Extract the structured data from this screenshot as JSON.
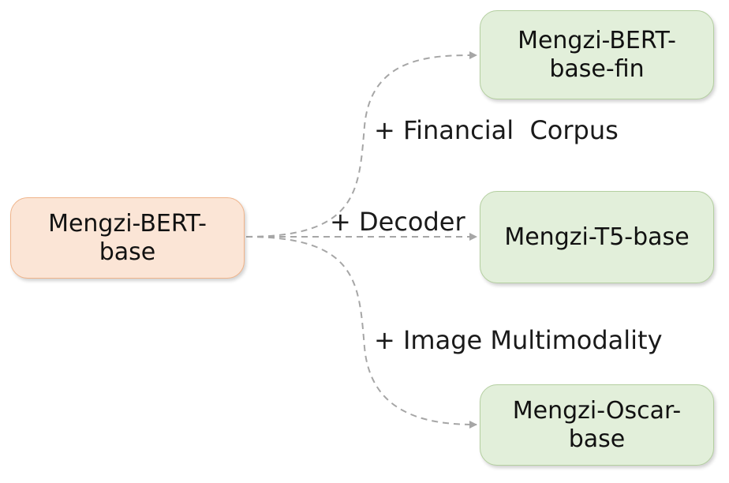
{
  "diagram": {
    "source": {
      "label_line1": "Mengzi-BERT-",
      "label_line2": "base"
    },
    "targets": [
      {
        "label_line1": "Mengzi-BERT-",
        "label_line2": "base-fin",
        "edge_label": "+ Financial  Corpus"
      },
      {
        "label_line1": "Mengzi-T5-base",
        "label_line2": "",
        "edge_label": "+ Decoder"
      },
      {
        "label_line1": "Mengzi-Oscar-",
        "label_line2": "base",
        "edge_label": "+ Image Multimodality"
      }
    ],
    "colors": {
      "source_fill": "#fbe5d6",
      "target_fill": "#e2efda",
      "edge": "#a6a6a6"
    }
  }
}
